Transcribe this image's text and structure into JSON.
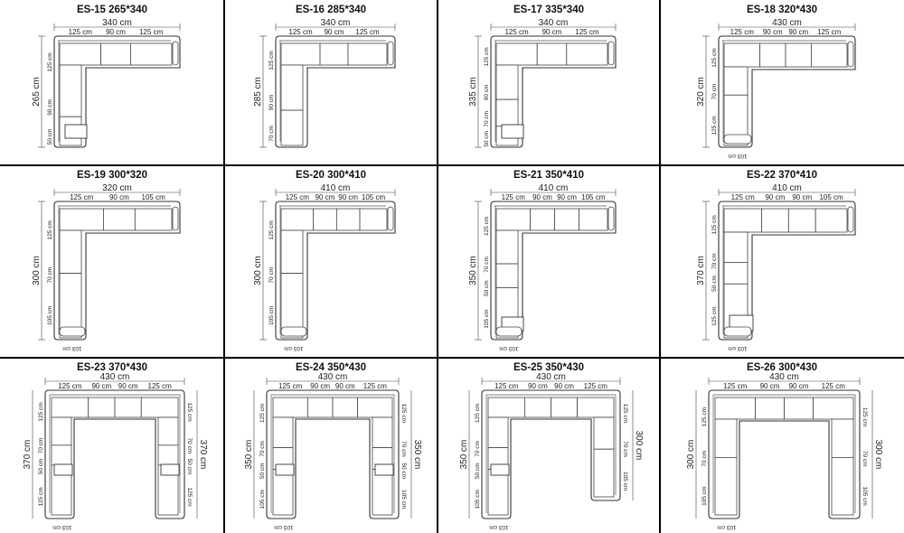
{
  "grid_lines": "#000000",
  "sofas": [
    {
      "title": "ES-15 265*340",
      "width": "340",
      "height": "265",
      "type": "L",
      "top": [
        "125",
        "90",
        "125"
      ],
      "left": [
        "125",
        "90",
        "50"
      ],
      "chaise": true,
      "chaise_label": ""
    },
    {
      "title": "ES-16 285*340",
      "width": "340",
      "height": "285",
      "type": "L",
      "top": [
        "125",
        "90",
        "125"
      ],
      "left": [
        "125",
        "90",
        "70"
      ],
      "chaise": false,
      "chaise_label": ""
    },
    {
      "title": "ES-17 335*340",
      "width": "340",
      "height": "335",
      "type": "L",
      "top": [
        "125",
        "90",
        "125"
      ],
      "left": [
        "125",
        "90",
        "70",
        "50"
      ],
      "chaise": true,
      "chaise_label": ""
    },
    {
      "title": "ES-18 320*430",
      "width": "430",
      "height": "320",
      "type": "L",
      "top": [
        "125",
        "90",
        "90",
        "125"
      ],
      "left": [
        "125",
        "70",
        "125"
      ],
      "chaise": false,
      "chaise_label": "103 cm"
    },
    {
      "title": "ES-19 300*320",
      "width": "320",
      "height": "300",
      "type": "L",
      "top": [
        "125",
        "90",
        "105"
      ],
      "left": [
        "125",
        "70",
        "105"
      ],
      "chaise": false,
      "chaise_label": "103 cm"
    },
    {
      "title": "ES-20 300*410",
      "width": "410",
      "height": "300",
      "type": "L",
      "top": [
        "125",
        "90",
        "90",
        "105"
      ],
      "left": [
        "125",
        "70",
        "105"
      ],
      "chaise": false,
      "chaise_label": "103 cm"
    },
    {
      "title": "ES-21 350*410",
      "width": "410",
      "height": "350",
      "type": "L",
      "top": [
        "125",
        "90",
        "90",
        "105"
      ],
      "left": [
        "125",
        "70",
        "50",
        "105"
      ],
      "chaise": true,
      "chaise_label": "103 cm"
    },
    {
      "title": "ES-22 370*410",
      "width": "410",
      "height": "370",
      "type": "L",
      "top": [
        "125",
        "90",
        "90",
        "105"
      ],
      "left": [
        "125",
        "70",
        "50",
        "125"
      ],
      "chaise": true,
      "chaise_label": "103 cm"
    },
    {
      "title": "ES-23 370*430",
      "width": "430",
      "height": "370",
      "type": "U",
      "top": [
        "125",
        "90",
        "90",
        "125"
      ],
      "left": [
        "125",
        "70",
        "50",
        "125"
      ],
      "right": [
        "125",
        "70",
        "50",
        "125"
      ],
      "height_right": "370",
      "chaise": true,
      "chaise_label": "103 cm"
    },
    {
      "title": "ES-24 350*430",
      "width": "430",
      "height": "350",
      "type": "U",
      "top": [
        "125",
        "90",
        "90",
        "125"
      ],
      "left": [
        "125",
        "70",
        "50",
        "105"
      ],
      "right": [
        "125",
        "70",
        "50",
        "105"
      ],
      "height_right": "350",
      "chaise": true,
      "chaise_label": "103 cm"
    },
    {
      "title": "ES-25 350*430",
      "width": "430",
      "height": "350",
      "type": "U",
      "top": [
        "125",
        "90",
        "90",
        "125"
      ],
      "left": [
        "125",
        "70",
        "50",
        "105"
      ],
      "right": [
        "125",
        "70",
        "105"
      ],
      "height_right": "300",
      "chaise": true,
      "chaise_label": "103 cm"
    },
    {
      "title": "ES-26 300*430",
      "width": "430",
      "height": "300",
      "type": "U",
      "top": [
        "125",
        "90",
        "90",
        "125"
      ],
      "left": [
        "125",
        "70",
        "105"
      ],
      "right": [
        "125",
        "70",
        "105"
      ],
      "height_right": "300",
      "chaise": false,
      "chaise_label": "103 cm"
    }
  ]
}
